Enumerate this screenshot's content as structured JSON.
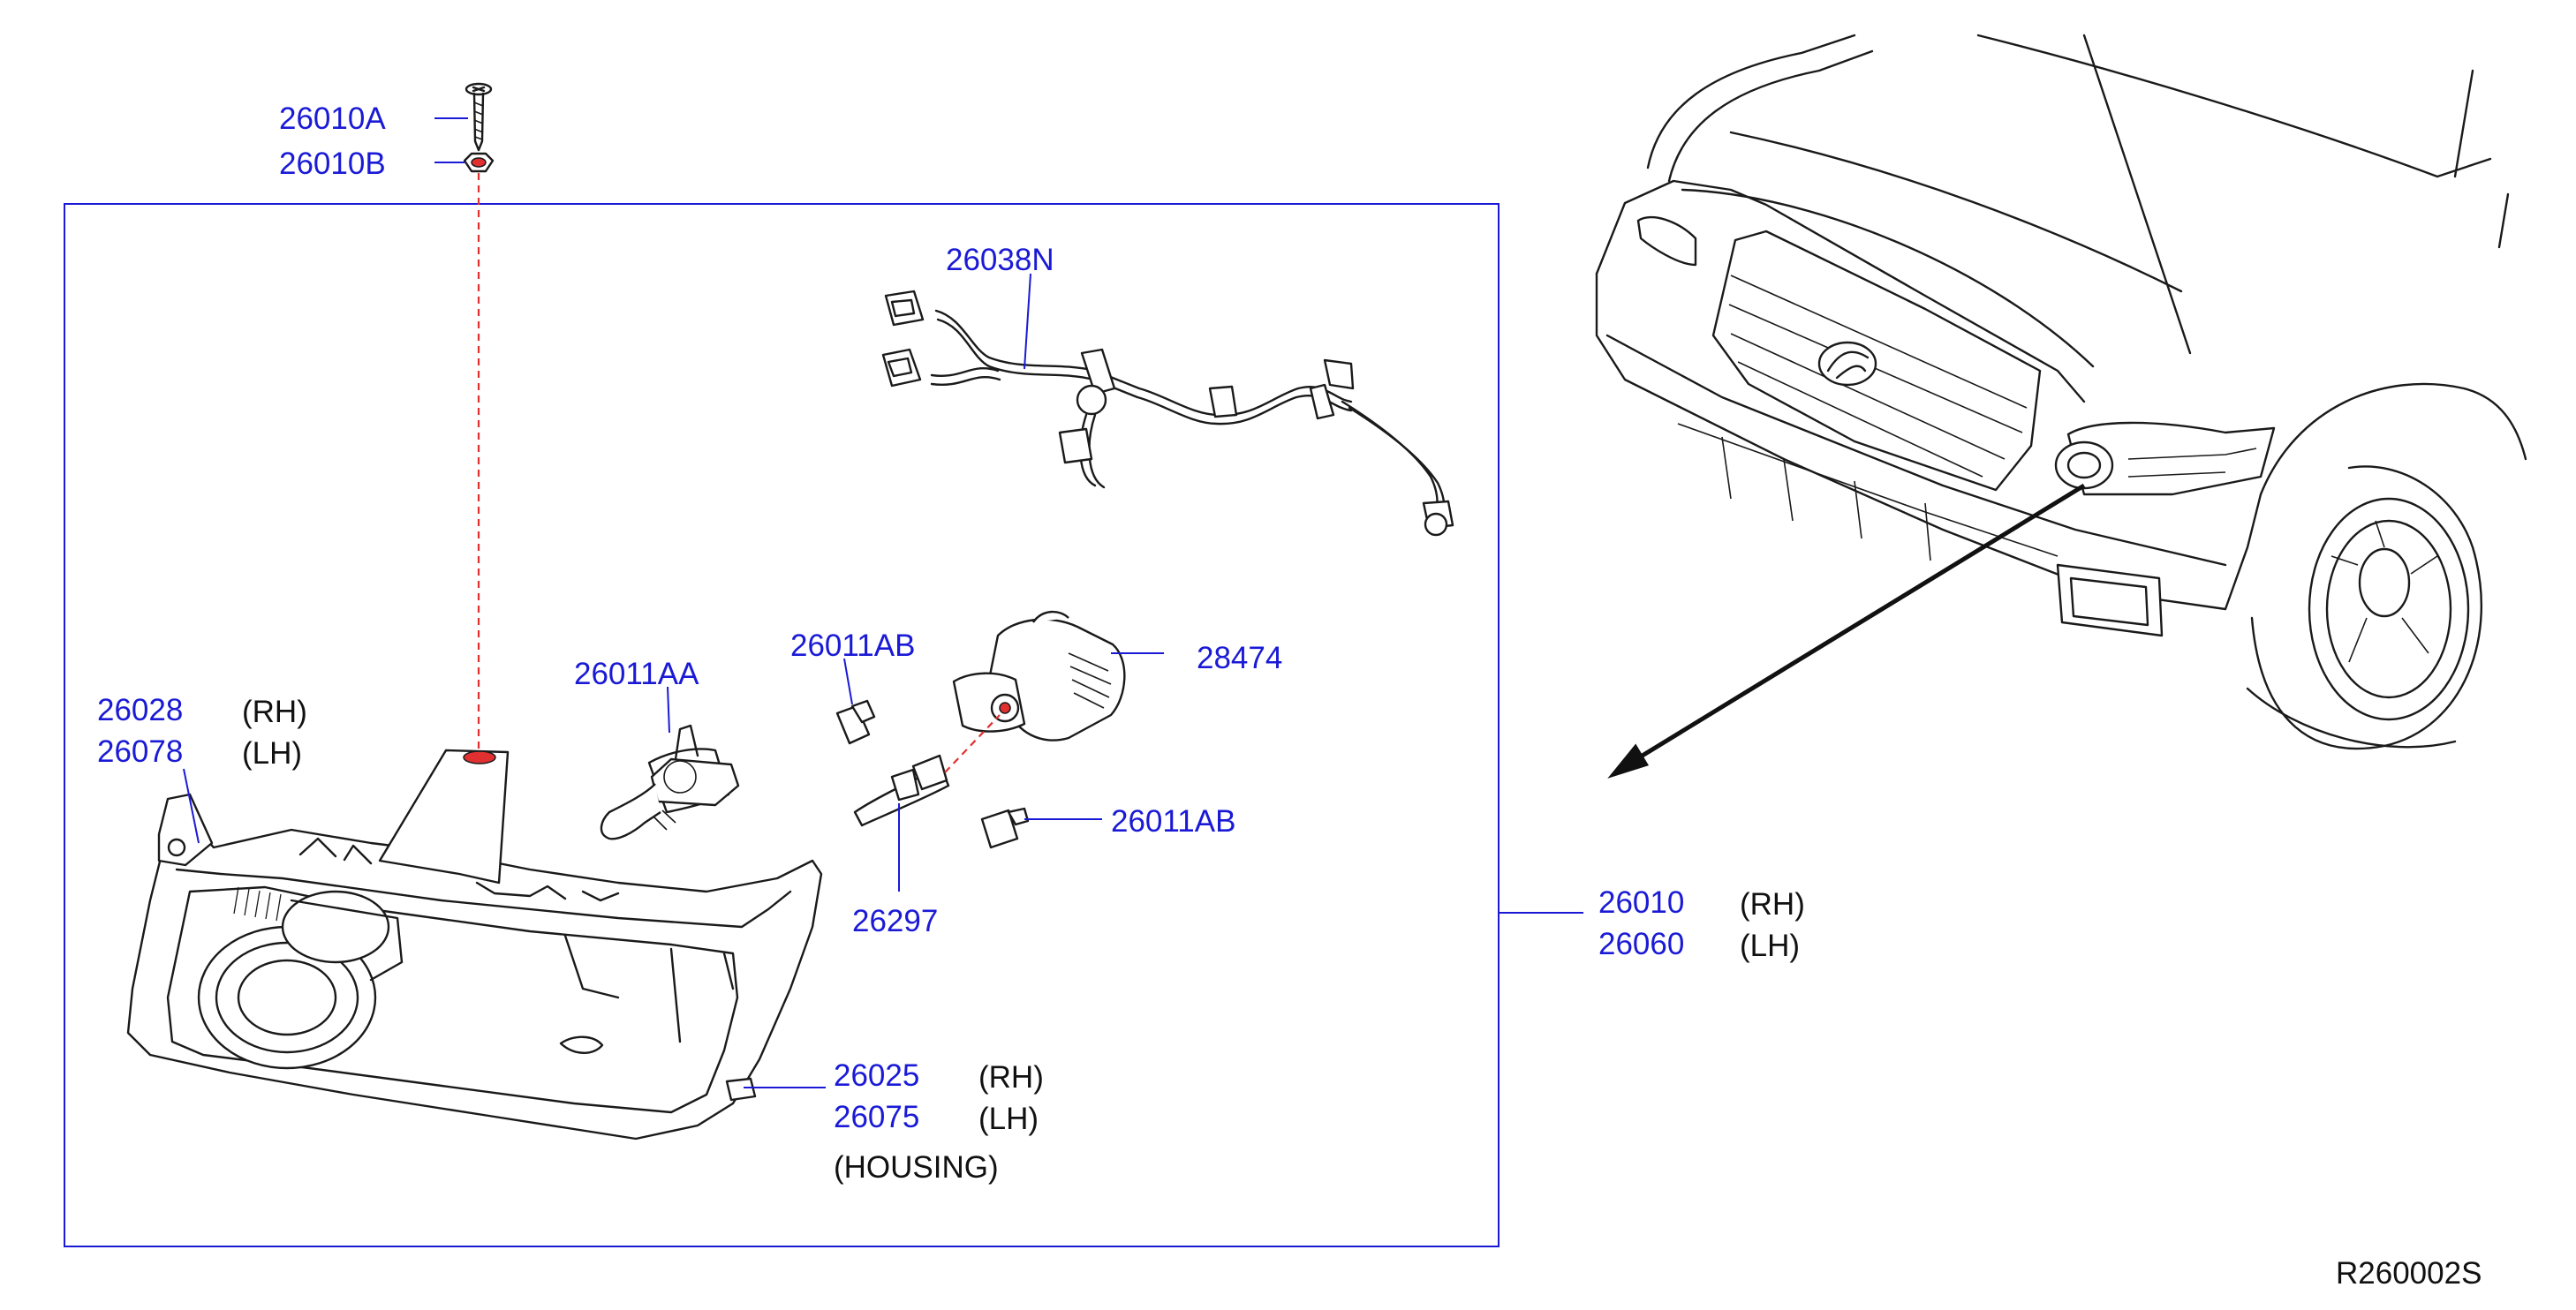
{
  "diagram": {
    "reference_code": "R260002S",
    "callouts": {
      "c_26010A": {
        "part": "26010A"
      },
      "c_26010B": {
        "part": "26010B"
      },
      "c_26038N": {
        "part": "26038N"
      },
      "c_26011AA": {
        "part": "26011AA"
      },
      "c_26011AB_top": {
        "part": "26011AB"
      },
      "c_28474": {
        "part": "28474"
      },
      "c_26011AB_bot": {
        "part": "26011AB"
      },
      "c_26297": {
        "part": "26297"
      },
      "c_26028": {
        "part": "26028",
        "side": "(RH)"
      },
      "c_26078": {
        "part": "26078",
        "side": "(LH)"
      },
      "c_26010": {
        "part": "26010",
        "side": "(RH)"
      },
      "c_26060": {
        "part": "26060",
        "side": "(LH)"
      },
      "c_26025": {
        "part": "26025",
        "side": "(RH)"
      },
      "c_26075": {
        "part": "26075",
        "side": "(LH)"
      },
      "housing_note": "(HOUSING)"
    },
    "colors": {
      "part_number": "#1a1ad6",
      "side_text": "#111111",
      "assembly_frame": "#1a1ad6",
      "mounting_line": "#e03030"
    }
  }
}
